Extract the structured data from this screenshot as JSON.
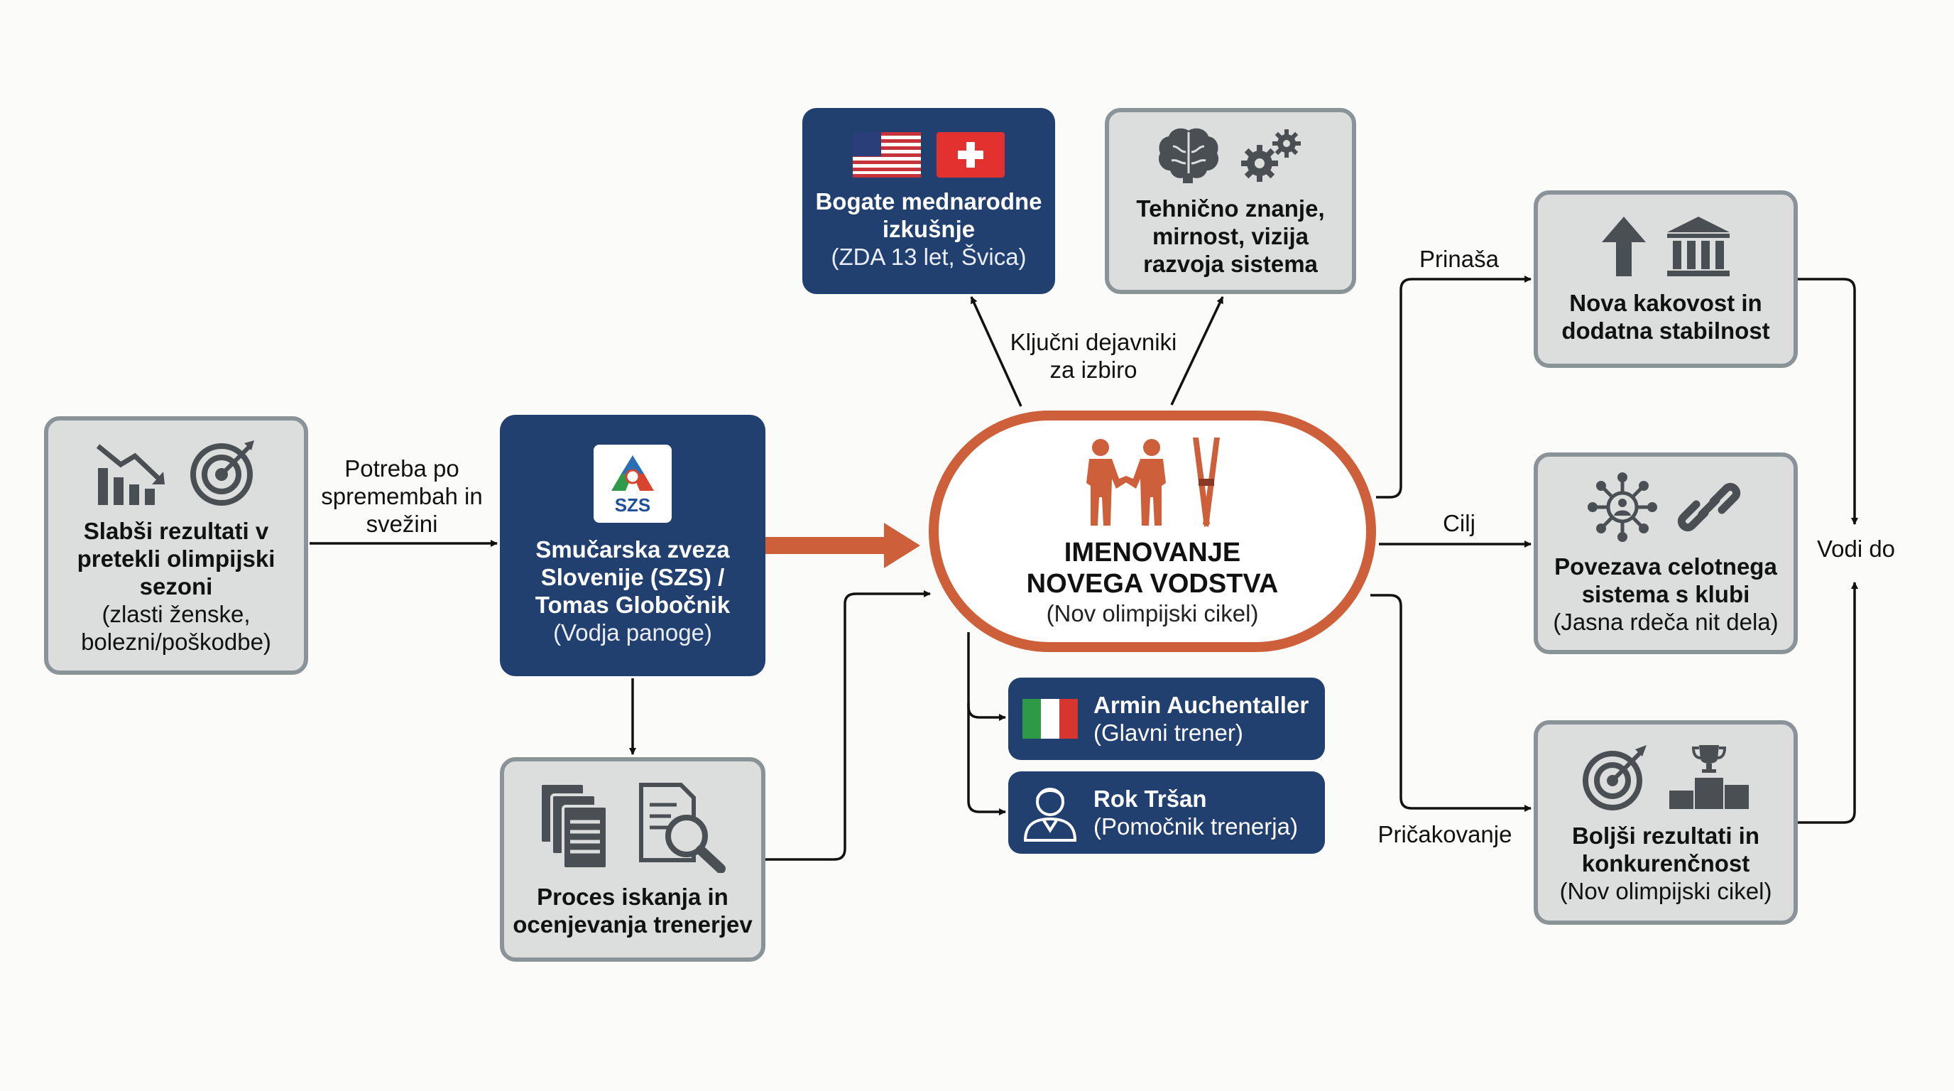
{
  "diagram": {
    "left_box": {
      "title": "Slabši rezultati v pretekli olimpijski sezoni",
      "detail": "(zlasti ženske, bolezni/poškodbe)"
    },
    "edge_need": "Potreba po spremembah in svežini",
    "szs_box": {
      "logo_text": "SZS",
      "title": "Smučarska zveza Slovenije (SZS) / Tomas Globočnik",
      "detail": "(Vodja panoge)"
    },
    "process_box": {
      "title": "Proces iskanja in ocenjevanja trenerjev"
    },
    "international_box": {
      "title": "Bogate mednarodne izkušnje",
      "detail": "(ZDA 13 let, Švica)"
    },
    "technical_box": {
      "title": "Tehnično znanje, mirnost, vizija razvoja sistema"
    },
    "edge_factors": "Ključni dejavniki za izbiro",
    "center": {
      "title": "IMENOVANJE NOVEGA VODSTVA",
      "detail": "(Nov olimpijski cikel)"
    },
    "person_1": {
      "name": "Armin Auchentaller",
      "role": "(Glavni trener)"
    },
    "person_2": {
      "name": "Rok Tršan",
      "role": "(Pomočnik trenerja)"
    },
    "edge_brings": "Prinaša",
    "edge_goal": "Cilj",
    "edge_expect": "Pričakovanje",
    "edge_leads": "Vodi do",
    "out_quality": {
      "title": "Nova kakovost in dodatna stabilnost"
    },
    "out_link": {
      "title": "Povezava celotnega sistema s klubi",
      "detail": "(Jasna rdeča nit dela)"
    },
    "out_results": {
      "title": "Boljši rezultati in konkurenčnost",
      "detail": "(Nov olimpijski cikel)"
    }
  },
  "icons": [
    "declining-chart-icon",
    "target-icon",
    "szs-logo",
    "documents-icon",
    "search-document-icon",
    "usa-flag-icon",
    "swiss-flag-icon",
    "brain-icon",
    "gears-icon",
    "handshake-people-icon",
    "skis-icon",
    "italy-flag-icon",
    "person-icon",
    "up-arrow-icon",
    "institution-icon",
    "network-person-icon",
    "chain-link-icon",
    "target-arrow-icon",
    "podium-trophy-icon"
  ],
  "colors": {
    "navy": "#213f6f",
    "grey_fill": "#dcdddd",
    "grey_border": "#8a9398",
    "accent_orange": "#cd5f3a",
    "arrow": "#111111"
  }
}
